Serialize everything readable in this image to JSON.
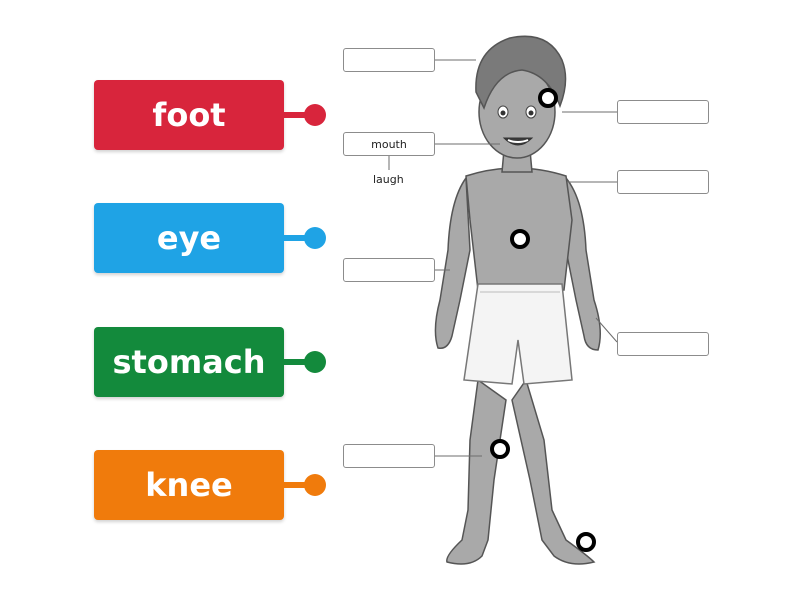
{
  "tiles": [
    {
      "label": "foot",
      "color": "#d8253c"
    },
    {
      "label": "eye",
      "color": "#1fa3e5"
    },
    {
      "label": "stomach",
      "color": "#138a3c"
    },
    {
      "label": "knee",
      "color": "#f07b0c"
    }
  ],
  "answer_boxes": [
    {
      "value": ""
    },
    {
      "value": "mouth",
      "hint": "laugh"
    },
    {
      "value": ""
    },
    {
      "value": ""
    },
    {
      "value": ""
    },
    {
      "value": ""
    },
    {
      "value": ""
    }
  ],
  "colors": {
    "skin": "#a9a9a9",
    "hair": "#7a7a7a",
    "shorts": "#f4f4f4",
    "outline": "#555555"
  }
}
